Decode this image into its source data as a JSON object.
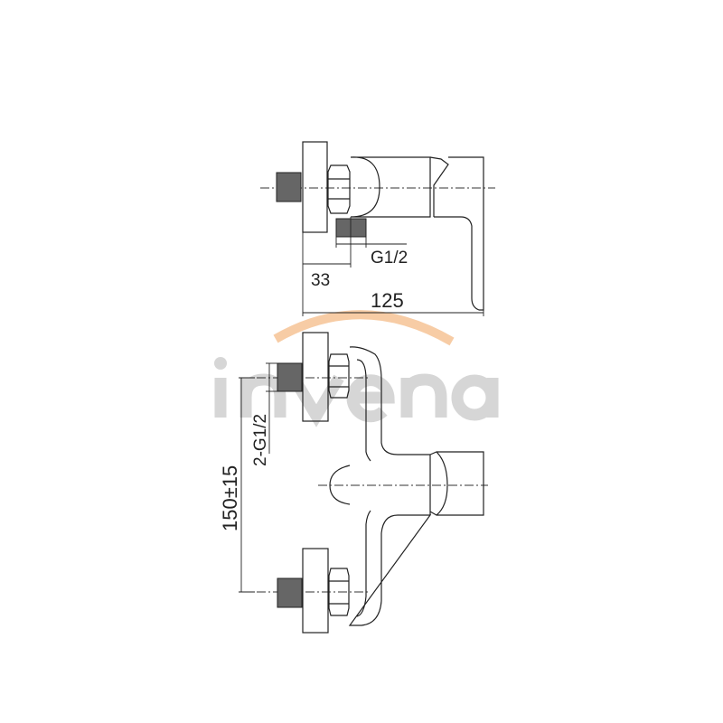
{
  "watermark": {
    "logo_text": "invena",
    "text_color": "#cfcfcf",
    "arc_color": "#f6c79b"
  },
  "top_view": {
    "dimensions": {
      "thread": "G1/2",
      "offset": "33",
      "total_length": "125"
    }
  },
  "front_view": {
    "dimensions": {
      "spacing": "150±15",
      "inlet_threads": "2-G1/2"
    }
  }
}
